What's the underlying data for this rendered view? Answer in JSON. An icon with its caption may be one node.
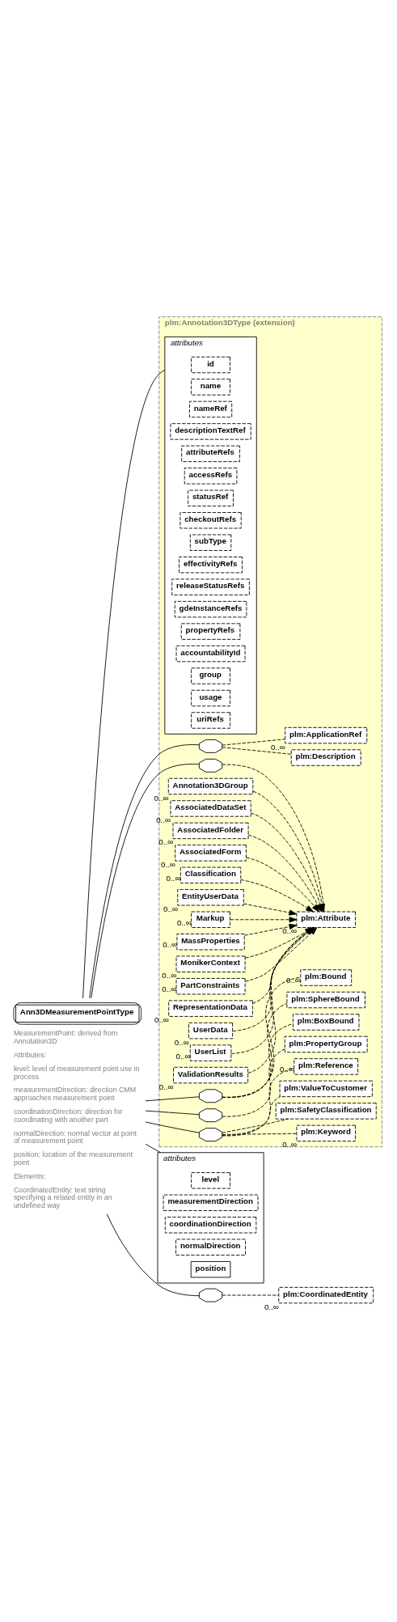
{
  "diagram": {
    "nodes": [
      {
        "text": [
          "Ann3DMeasurementPointType"
        ],
        "beside": [
          "MeasurementPoint: derived from Annotation3D",
          "Attributes:",
          "level: level of measurement point use in process",
          "measurementDirection: direction CMM approaches measurement point",
          "coordinationDirection: direction for coordinating with another part",
          "normalDirection: normal vector at point of measurement point",
          "position: location of the measurement point",
          "Elements:",
          "CoordinatedEntity: text string specifying a related entity in an undefined way"
        ]
      },
      {
        "text": [
          "plm:Annotation3DType (extension)"
        ]
      },
      {
        "text": [
          "attributes"
        ],
        "in": 1
      },
      {
        "text": [
          "id"
        ],
        "in": 2
      },
      {
        "text": [
          "name"
        ],
        "in": 2
      },
      {
        "text": [
          "nameRef"
        ],
        "in": 2
      },
      {
        "text": [
          "descriptionTextRef"
        ],
        "in": 2
      },
      {
        "text": [
          "attributeRefs"
        ],
        "in": 2
      },
      {
        "text": [
          "accessRefs"
        ],
        "in": 2
      },
      {
        "text": [
          "statusRef"
        ],
        "in": 2
      },
      {
        "text": [
          "checkoutRefs"
        ],
        "in": 2
      },
      {
        "text": [
          "subType"
        ],
        "in": 2
      },
      {
        "text": [
          "effectivityRefs"
        ],
        "in": 2
      },
      {
        "text": [
          "releaseStatusRefs"
        ],
        "in": 2
      },
      {
        "text": [
          "gdeInstanceRefs"
        ],
        "in": 2
      },
      {
        "text": [
          "propertyRefs"
        ],
        "in": 2
      },
      {
        "text": [
          "accountabilityId"
        ],
        "in": 2
      },
      {
        "text": [
          "group"
        ],
        "in": 2
      },
      {
        "text": [
          "usage"
        ],
        "in": 2
      },
      {
        "text": [
          "uriRefs"
        ],
        "in": 2
      },
      {
        "text": [],
        "shape": "octagon",
        "in": 1
      },
      {
        "text": [
          "plm:Description"
        ],
        "in": 1
      },
      {
        "text": [
          "plm:ApplicationRef"
        ],
        "beside": [
          "0..∞"
        ],
        "in": 1
      },
      {
        "text": [],
        "shape": "octagon",
        "in": 1
      },
      {
        "text": [
          "plm:Attribute"
        ],
        "beside": [
          "0..∞"
        ],
        "in": 1
      },
      {
        "text": [
          "Annotation3DGroup"
        ],
        "beside": [
          "0..∞"
        ],
        "in": 1
      },
      {
        "text": [
          "AssociatedDataSet"
        ],
        "beside": [
          "0..∞"
        ],
        "in": 1
      },
      {
        "text": [
          "AssociatedFolder"
        ],
        "beside": [
          "0..∞"
        ],
        "in": 1
      },
      {
        "text": [
          "AssociatedForm"
        ],
        "beside": [
          "0..∞"
        ],
        "in": 1
      },
      {
        "text": [
          "Classification"
        ],
        "beside": [
          "0..∞"
        ],
        "in": 1
      },
      {
        "text": [
          "EntityUserData"
        ],
        "beside": [
          "0..∞"
        ],
        "in": 1
      },
      {
        "text": [
          "Markup"
        ],
        "beside": [
          "0..∞"
        ],
        "in": 1
      },
      {
        "text": [
          "MassProperties"
        ],
        "beside": [
          "0..∞"
        ],
        "in": 1
      },
      {
        "text": [
          "MonikerContext"
        ],
        "beside": [
          "0..∞"
        ],
        "in": 1
      },
      {
        "text": [
          "PartConstraints"
        ],
        "beside": [
          "0..∞"
        ],
        "in": 1
      },
      {
        "text": [
          "RepresentationData"
        ],
        "beside": [
          "0..∞"
        ],
        "in": 1
      },
      {
        "text": [
          "UserData"
        ],
        "beside": [
          "0..∞"
        ],
        "in": 1
      },
      {
        "text": [
          "UserList"
        ],
        "beside": [
          "0..∞"
        ],
        "in": 1
      },
      {
        "text": [
          "ValidationResults"
        ],
        "beside": [
          "0..∞"
        ],
        "in": 1
      },
      {
        "text": [],
        "shape": "octagon",
        "in": 1
      },
      {
        "text": [
          "plm:BoxBound"
        ],
        "in": 1
      },
      {
        "text": [
          "plm:SphereBound"
        ],
        "in": 1
      },
      {
        "text": [
          "plm:Bound"
        ],
        "beside": [
          "0..∞"
        ],
        "in": 1
      },
      {
        "text": [],
        "shape": "octagon",
        "in": 1
      },
      {
        "text": [
          "plm:PropertyGroup"
        ],
        "in": 1
      },
      {
        "text": [],
        "shape": "octagon",
        "in": 1
      },
      {
        "text": [
          "plm:Keyword"
        ],
        "beside": [
          "0..∞"
        ],
        "in": 1
      },
      {
        "text": [
          "plm:SafetyClassification"
        ],
        "in": 1
      },
      {
        "text": [
          "plm:ValueToCustomer"
        ],
        "in": 1
      },
      {
        "text": [
          "plm:Reference"
        ],
        "beside": [
          "0..∞"
        ],
        "in": 1
      },
      {
        "text": [
          "attributes"
        ]
      },
      {
        "text": [
          "level"
        ],
        "in": 50
      },
      {
        "text": [
          "measurementDirection"
        ],
        "in": 50
      },
      {
        "text": [
          "coordinationDirection"
        ],
        "in": 50
      },
      {
        "text": [
          "normalDirection"
        ],
        "in": 50
      },
      {
        "text": [
          "position"
        ],
        "in": 50
      },
      {
        "text": [],
        "shape": "octagon"
      },
      {
        "text": [
          "plm:CoordinatedEntity"
        ],
        "beside": [
          "0..∞"
        ]
      }
    ],
    "edges": [
      {
        "from": 0,
        "to": 2,
        "arrow": "none"
      },
      {
        "from": 0,
        "to": 20,
        "arrow": "none"
      },
      {
        "from": 20,
        "to": 21,
        "arrow": "none",
        "style": "dashed"
      },
      {
        "from": 20,
        "to": 22,
        "arrow": "none",
        "style": "dashed"
      },
      {
        "from": 0,
        "to": 23,
        "arrow": "none"
      },
      {
        "from": 23,
        "to": 24,
        "arrow": "none",
        "style": "dashed"
      },
      {
        "from": 25,
        "to": 24,
        "arrow": "to",
        "style": "dashed"
      },
      {
        "from": 26,
        "to": 24,
        "arrow": "to",
        "style": "dashed"
      },
      {
        "from": 27,
        "to": 24,
        "arrow": "to",
        "style": "dashed"
      },
      {
        "from": 28,
        "to": 24,
        "arrow": "to",
        "style": "dashed"
      },
      {
        "from": 29,
        "to": 24,
        "arrow": "to",
        "style": "dashed"
      },
      {
        "from": 30,
        "to": 24,
        "arrow": "to",
        "style": "dashed"
      },
      {
        "from": 31,
        "to": 24,
        "arrow": "to",
        "style": "dashed"
      },
      {
        "from": 32,
        "to": 24,
        "arrow": "to",
        "style": "dashed"
      },
      {
        "from": 33,
        "to": 24,
        "arrow": "to",
        "style": "dashed"
      },
      {
        "from": 34,
        "to": 24,
        "arrow": "to",
        "style": "dashed"
      },
      {
        "from": 35,
        "to": 24,
        "arrow": "to",
        "style": "dashed"
      },
      {
        "from": 36,
        "to": 24,
        "arrow": "to",
        "style": "dashed"
      },
      {
        "from": 37,
        "to": 24,
        "arrow": "to",
        "style": "dashed"
      },
      {
        "from": 38,
        "to": 24,
        "arrow": "to",
        "style": "dashed"
      },
      {
        "from": 0,
        "to": 39,
        "arrow": "none"
      },
      {
        "from": 39,
        "to": 40,
        "arrow": "none",
        "style": "dashed"
      },
      {
        "from": 39,
        "to": 41,
        "arrow": "none",
        "style": "dashed"
      },
      {
        "from": 39,
        "to": 42,
        "arrow": "none",
        "style": "dashed"
      },
      {
        "from": 0,
        "to": 43,
        "arrow": "none"
      },
      {
        "from": 43,
        "to": 44,
        "arrow": "none",
        "style": "dashed"
      },
      {
        "from": 0,
        "to": 45,
        "arrow": "none"
      },
      {
        "from": 45,
        "to": 46,
        "arrow": "none",
        "style": "dashed"
      },
      {
        "from": 45,
        "to": 47,
        "arrow": "none",
        "style": "dashed"
      },
      {
        "from": 45,
        "to": 48,
        "arrow": "none",
        "style": "dashed"
      },
      {
        "from": 45,
        "to": 49,
        "arrow": "none",
        "style": "dashed"
      },
      {
        "from": 0,
        "to": 50,
        "arrow": "none"
      },
      {
        "from": 0,
        "to": 56,
        "arrow": "none"
      },
      {
        "from": 56,
        "to": 57,
        "arrow": "none",
        "style": "dashed"
      }
    ]
  }
}
